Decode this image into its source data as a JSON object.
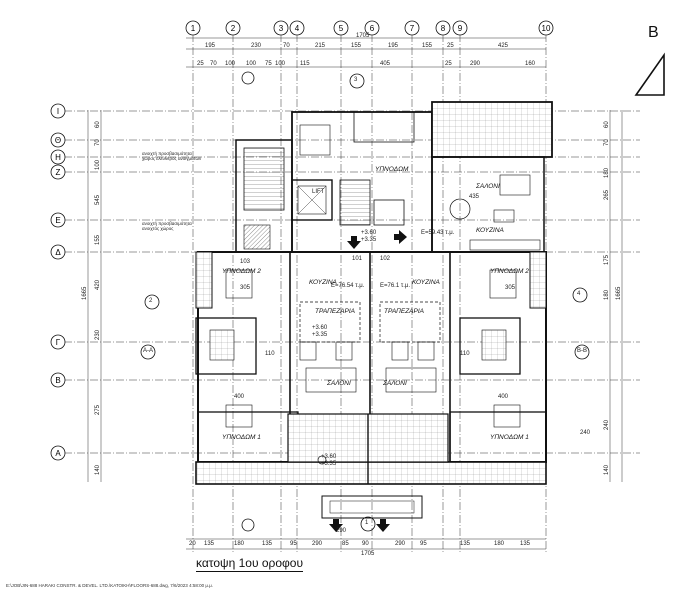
{
  "drawing": {
    "title": "κατοψη 1ου οροφου",
    "north_label": "B",
    "footer": "E:\\JOB\\JIN-688 HARAKI CONSTR. & DEVEL. LTD.\\KATOIKH\\FLOORS-688.dwg, 7/6/2023 4:58:00 μ.μ."
  },
  "grid": {
    "columns": [
      "1",
      "2",
      "3",
      "4",
      "5",
      "6",
      "7",
      "8",
      "9",
      "10"
    ],
    "rows": [
      "Ι",
      "Θ",
      "Η",
      "Ζ",
      "Ε",
      "Δ",
      "Γ",
      "Β",
      "Α"
    ]
  },
  "dimensions": {
    "top_total": "1705",
    "top_primary": [
      "195",
      "230",
      "70",
      "215",
      "155",
      "195",
      "155",
      "25",
      "425"
    ],
    "top_secondary": [
      "25",
      "70",
      "100",
      "100",
      "75",
      "100",
      "115",
      "405",
      "25",
      "290",
      "160"
    ],
    "bottom_total": "1705",
    "bottom": [
      "20",
      "135",
      "180",
      "135",
      "95",
      "290",
      "85",
      "90",
      "290",
      "95",
      "135",
      "180",
      "135"
    ],
    "left_total": "1665",
    "left": [
      "60",
      "70",
      "100",
      "545",
      "155",
      "420",
      "230",
      "275",
      "140"
    ],
    "right_total": "1665",
    "right": [
      "60",
      "70",
      "180",
      "265",
      "175",
      "180",
      "240",
      "140"
    ]
  },
  "rooms": [
    {
      "id": "ypnodom-top",
      "label": "ΥΠΝΟΔΩΜ"
    },
    {
      "id": "saloni-top",
      "label": "ΣΑΛΟΝΙ"
    },
    {
      "id": "kouzina-top",
      "label": "ΚΟΥΖΙΝΑ"
    },
    {
      "id": "ypnodom-2-left",
      "label": "ΥΠΝΟΔΩΜ 2"
    },
    {
      "id": "ypnodom-2-right",
      "label": "ΥΠΝΟΔΩΜ 2"
    },
    {
      "id": "kouzina-left",
      "label": "ΚΟΥΖΙΝΑ"
    },
    {
      "id": "kouzina-right",
      "label": "ΚΟΥΖΙΝΑ"
    },
    {
      "id": "trapezaria-left",
      "label": "ΤΡΑΠΕΖΑΡΙΑ"
    },
    {
      "id": "trapezaria-right",
      "label": "ΤΡΑΠΕΖΑΡΙΑ"
    },
    {
      "id": "saloni-left",
      "label": "ΣΑΛΟΝΙ"
    },
    {
      "id": "saloni-right",
      "label": "ΣΑΛΟΝΙ"
    },
    {
      "id": "ypnodom-1-left",
      "label": "ΥΠΝΟΔΩΜ 1"
    },
    {
      "id": "ypnodom-1-right",
      "label": "ΥΠΝΟΔΩΜ 1"
    }
  ],
  "annotations": {
    "lift": "LIFT",
    "area_top": "E=59.43 τ.μ.",
    "area_left": "E=76.54 τ.μ.",
    "area_right": "E=76.1 τ.μ.",
    "level_1": "+3.60",
    "level_2": "+3.35",
    "level_3": "+3.60",
    "level_4": "+3.35",
    "level_5": "+3.60",
    "level_6": "+3.35",
    "apt_101": "101",
    "apt_102": "102",
    "apt_103": "103",
    "section_left": "2",
    "section_right": "4",
    "section_top": "3",
    "section_bottom": "1",
    "section_a": "Α-Α",
    "section_b": "Β-Β",
    "note_1": "ανοιχτή προσβασιμότητα",
    "note_2": "χώρος ελεύθερος ανοιγμάτων",
    "note_3": "ανοιχτή προσβασιμότητα",
    "note_4": "ανοιχτός χώρος",
    "dim_435": "435",
    "dim_400a": "400",
    "dim_400b": "400",
    "dim_110a": "110",
    "dim_110b": "110",
    "dim_305a": "305",
    "dim_305b": "305",
    "dim_290": "290",
    "dim_240": "240"
  }
}
